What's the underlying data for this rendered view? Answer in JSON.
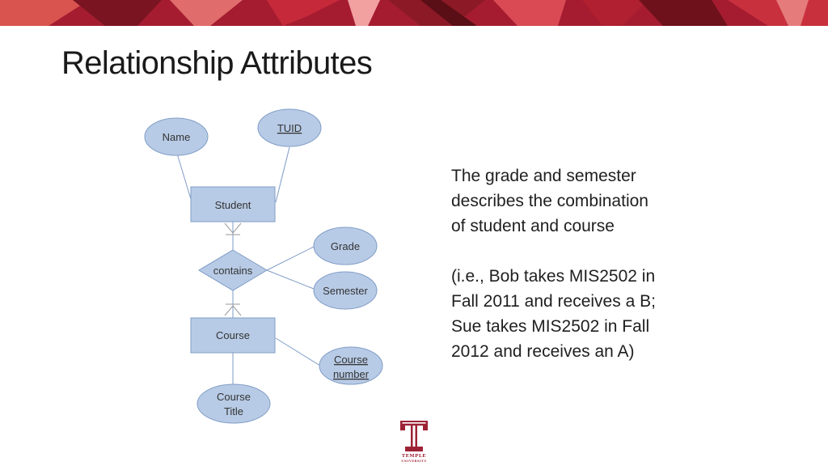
{
  "slide": {
    "title": "Relationship Attributes"
  },
  "diagram": {
    "entities": {
      "student": "Student",
      "course": "Course"
    },
    "relationship": "contains",
    "attributes": {
      "name": "Name",
      "tuid": "TUID",
      "grade": "Grade",
      "semester": "Semester",
      "course_number_1": "Course",
      "course_number_2": "number",
      "course_title_1": "Course",
      "course_title_2": "Title"
    }
  },
  "description": {
    "paragraph1": [
      "The grade and semester",
      "describes the combination",
      "of student and course"
    ],
    "paragraph2": [
      "(i.e., Bob takes MIS2502 in",
      "Fall 2011 and receives a B;",
      "Sue takes MIS2502 in Fall",
      "2012 and receives an A)"
    ]
  },
  "logo": {
    "letter": "T",
    "word": "TEMPLE",
    "subword": "UNIVERSITY"
  },
  "colors": {
    "accent": "#9d2235",
    "shape_fill": "#b8cbe6",
    "shape_stroke": "#7f9cc6"
  }
}
